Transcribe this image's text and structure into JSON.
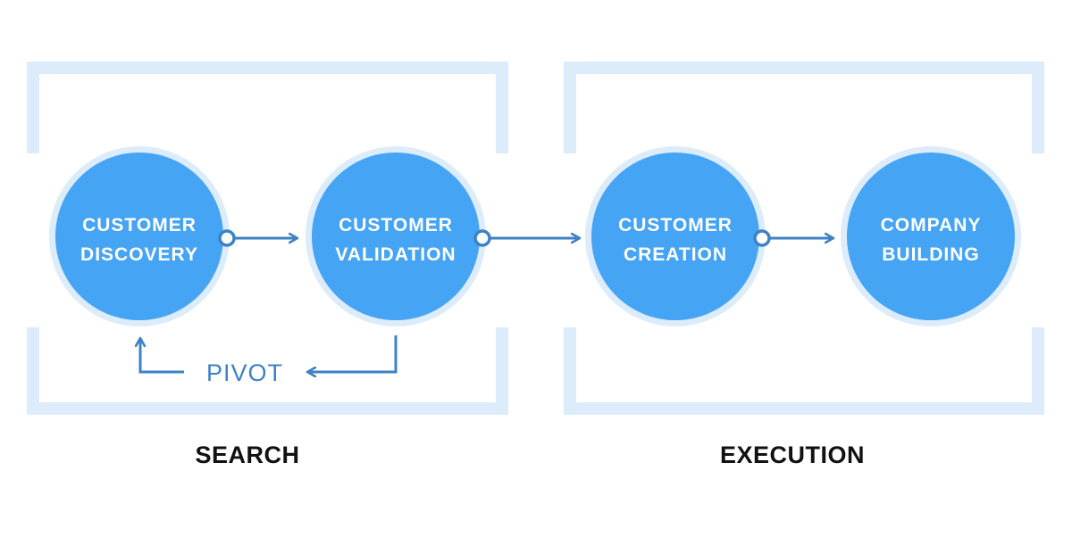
{
  "colors": {
    "bracket": "#dcecfb",
    "halo": "#dcecfb",
    "node_fill": "#46a4f4",
    "connector": "#3c82c4",
    "phase_text": "#111111",
    "node_text": "#ffffff"
  },
  "phases": [
    {
      "label": "SEARCH"
    },
    {
      "label": "EXECUTION"
    }
  ],
  "nodes": [
    {
      "line1": "CUSTOMER",
      "line2": "DISCOVERY"
    },
    {
      "line1": "CUSTOMER",
      "line2": "VALIDATION"
    },
    {
      "line1": "CUSTOMER",
      "line2": "CREATION"
    },
    {
      "line1": "COMPANY",
      "line2": "BUILDING"
    }
  ],
  "loop": {
    "label": "PIVOT"
  },
  "icons": {
    "arrow": "arrow-right-icon",
    "connector_dot": "connector-dot-icon"
  }
}
